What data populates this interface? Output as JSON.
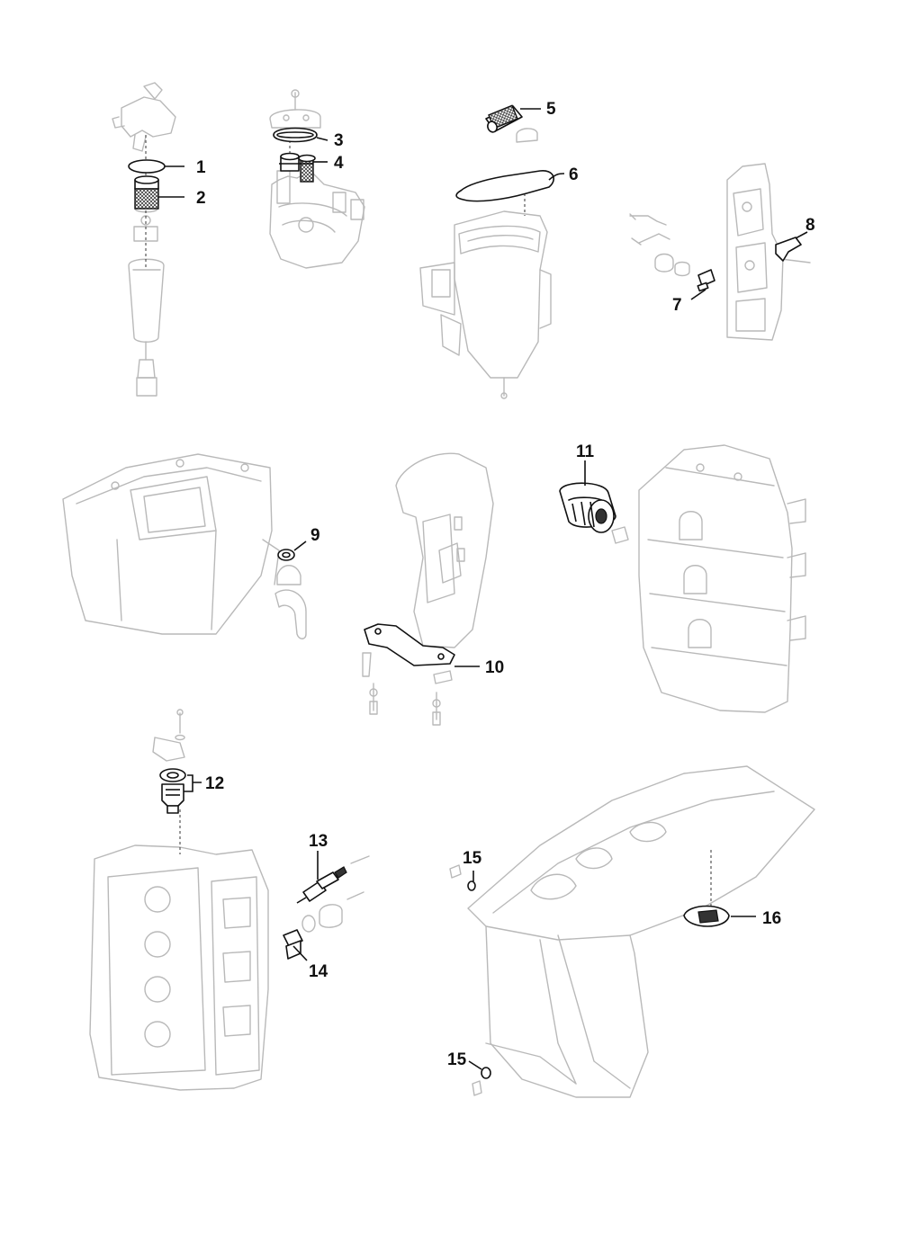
{
  "callouts": {
    "c1": "1",
    "c2": "2",
    "c3": "3",
    "c4": "4",
    "c5": "5",
    "c6": "6",
    "c7": "7",
    "c8": "8",
    "c9": "9",
    "c10": "10",
    "c11": "11",
    "c12": "12",
    "c13": "13",
    "c14": "14",
    "c15a": "15",
    "c15b": "15",
    "c16": "16"
  },
  "colors": {
    "highlighted_part": "#111111",
    "context_outline": "#b9b9b9"
  }
}
